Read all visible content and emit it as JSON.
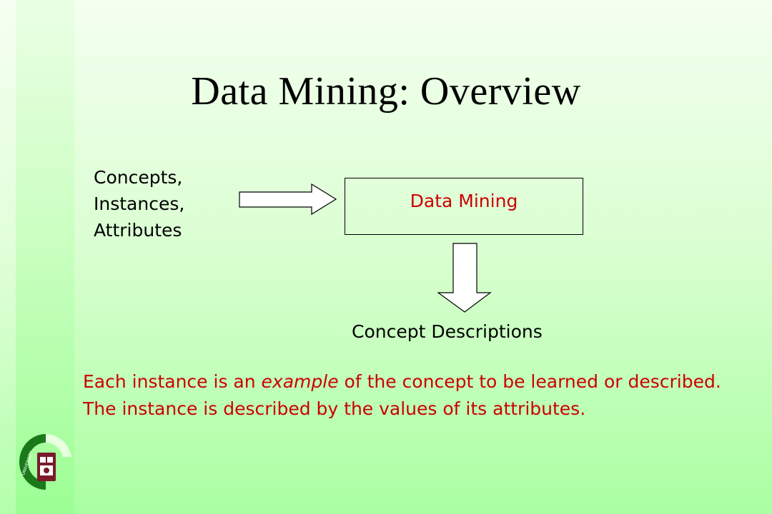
{
  "slide": {
    "title": "Data Mining: Overview",
    "inputs": [
      "Concepts,",
      "Instances,",
      "Attributes"
    ],
    "process_label": "Data Mining",
    "output_label": "Concept Descriptions",
    "explanation": {
      "part1": "Each instance is an ",
      "emphasis": "example",
      "part2": " of the concept to be learned or described.  The instance is described by the values of its attributes."
    }
  },
  "logo": {
    "name": "university-of-leeds-seal",
    "text": "UNIVERSITY OF LEEDS"
  },
  "colors": {
    "accent_text": "#cc0000",
    "logo_green": "#1a7a1a",
    "logo_maroon": "#7a1a2a"
  }
}
